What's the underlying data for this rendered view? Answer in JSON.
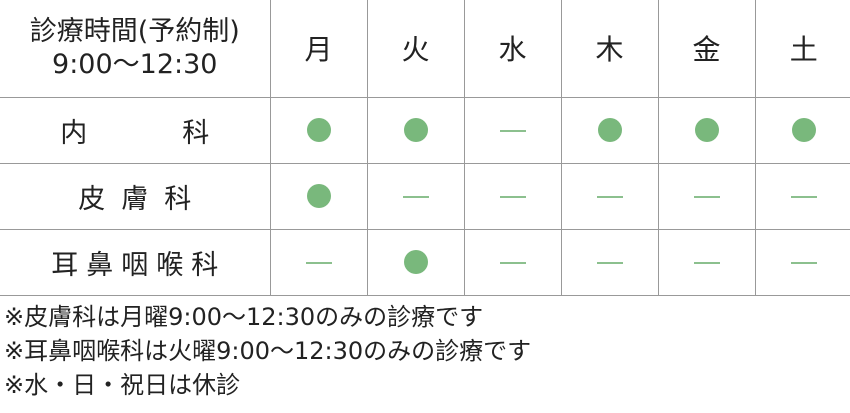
{
  "header": {
    "hours_title": "診療時間(予約制)",
    "hours_time": "9:00〜12:30",
    "days": [
      "月",
      "火",
      "水",
      "木",
      "金",
      "土"
    ]
  },
  "rows": [
    {
      "department": "内　科",
      "availability": [
        true,
        true,
        false,
        true,
        true,
        true
      ]
    },
    {
      "department": "皮膚科",
      "availability": [
        true,
        false,
        false,
        false,
        false,
        false
      ]
    },
    {
      "department": "耳鼻咽喉科",
      "availability": [
        false,
        true,
        false,
        false,
        false,
        false
      ]
    }
  ],
  "notes": [
    "※皮膚科は月曜9:00〜12:30のみの診療です",
    "※耳鼻咽喉科は火曜9:00〜12:30のみの診療です",
    "※水・日・祝日は休診"
  ],
  "colors": {
    "dot": "#79b87c",
    "dash": "#8cc08e",
    "grid": "#999999"
  },
  "icons": {
    "available": "circle-dot-icon",
    "unavailable": "dash-icon"
  }
}
